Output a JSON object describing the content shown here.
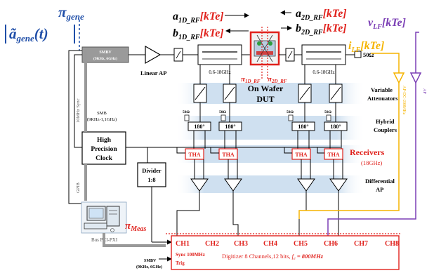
{
  "signals": {
    "pi_gene": "π",
    "pi_gene_sub": "gene",
    "a_gene_main": "ã",
    "a_gene_sub": "gene",
    "a_gene_tail": "(t)",
    "a1_main": "a",
    "a1_sub": "1D_RF",
    "a2_main": "a",
    "a2_sub": "2D_RF",
    "b1_main": "b",
    "b1_sub": "1D_RF",
    "b2_main": "b",
    "b2_sub": "2D_RF",
    "kte": "[kTe]",
    "i_lf_main": "i",
    "i_lf_sub": "LF",
    "v_lf_main": "v",
    "v_lf_sub": "LF",
    "pi_1d": "π",
    "pi_1d_sub": "1D_RF",
    "pi_2d": "π",
    "pi_2d_sub": "2D_RF",
    "pi_meas": "π",
    "pi_meas_sub": "Meas"
  },
  "blocks": {
    "smbv_top_line1": "SMBV",
    "smbv_top_line2": "(9KHz, 6GHz)",
    "linear_ap": "Linear AP",
    "freq_left": "0.6-18GHz",
    "freq_right": "0.6-18GHz",
    "load_50": "50Ω",
    "wafer_line1": "On Wafer",
    "wafer_line2": "DUT",
    "var_att_line1": "Variable",
    "var_att_line2": "Attenuators",
    "hybrid_line1": "Hybrid",
    "hybrid_line2": "Couplers",
    "coupler_label": "180°",
    "res_small": "50Ω",
    "receivers": "Receivers",
    "receivers_freq": "(18GHz)",
    "tha": "THA",
    "diff_line1": "Differential",
    "diff_line2": "AP",
    "smb_line1": "SMB",
    "smb_line2": "(9KHz-1,1GHz)",
    "sync_10mhz": "10MHz Sync",
    "hpc_line1": "High",
    "hpc_line2": "Precision",
    "hpc_line3": "Clock",
    "divider_line1": "Divider",
    "divider_line2": "1:8",
    "gpib": "GPIB",
    "bus": "Bus PCI-PXI",
    "smbv_bottom_line1": "SMBV",
    "smbv_bottom_line2": "(9KHz, 6GHz)",
    "ap_right": "AP",
    "ap_lf": "AP-DC-200MHz"
  },
  "digitizer": {
    "channels": [
      "CH1",
      "CH2",
      "CH3",
      "CH4",
      "CH5",
      "CH6",
      "CH7",
      "CH8"
    ],
    "sync_line1": "Sync 100MHz",
    "sync_line2": "Trig",
    "desc": "Digitizer  8 Channels,12 bits, ",
    "fe_main": "f",
    "fe_sub": "e",
    "fe_value": " = 800MHz"
  },
  "colors": {
    "blue": "#1f4ea8",
    "red": "#e0211c",
    "purple": "#7b3fb5",
    "orange": "#f5b400",
    "panel": "#cfe0f0",
    "gray": "#999999"
  }
}
